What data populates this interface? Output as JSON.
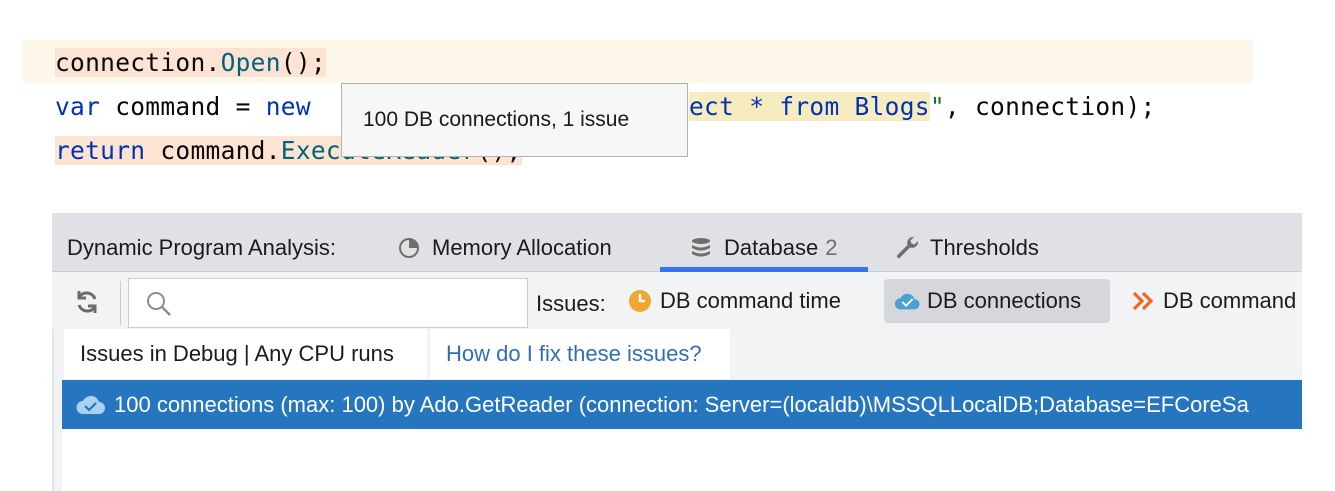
{
  "editor": {
    "line1": {
      "obj": "connection",
      "dot": ".",
      "method": "Open",
      "rest": "();"
    },
    "line2": {
      "kw_var": "var",
      "ident": " command = ",
      "kw_new": "new",
      "sql": "ect * from Blogs",
      "quote": "\"",
      "rest": ", connection);"
    },
    "line3": {
      "kw_return": "return",
      "ident": " command.",
      "method": "ExecuteReader",
      "rest": "();"
    }
  },
  "tooltip": {
    "text": "100 DB connections, 1 issue"
  },
  "panel": {
    "title": "Dynamic Program Analysis:",
    "tabs": [
      {
        "label": "Memory Allocation",
        "icon": "pie-chart-icon"
      },
      {
        "label": "Database",
        "count": "2",
        "icon": "database-icon",
        "selected": true
      },
      {
        "label": "Thresholds",
        "icon": "wrench-icon"
      }
    ],
    "toolbar": {
      "refresh_icon": "refresh-icon",
      "search_placeholder": "",
      "issues_label": "Issues:",
      "filters": [
        {
          "label": "DB command time",
          "icon": "clock-icon",
          "color": "#f0a732"
        },
        {
          "label": "DB connections",
          "icon": "cloud-connection-icon",
          "color": "#4b9fd5",
          "active": true
        },
        {
          "label": "DB command",
          "icon": "double-chevron-icon",
          "color": "#f26522"
        }
      ]
    },
    "subtabs": [
      {
        "label": "Issues in Debug | Any CPU runs"
      },
      {
        "label": "How do I fix these issues?"
      }
    ],
    "rows": [
      {
        "text": "100 connections (max: 100) by Ado.GetReader (connection: Server=(localdb)\\MSSQLLocalDB;Database=EFCoreSa",
        "icon": "cloud-connection-icon",
        "selected": true
      }
    ]
  },
  "colors": {
    "accent": "#3574f0",
    "selection": "#2675bf",
    "link": "#2f6fb8"
  }
}
